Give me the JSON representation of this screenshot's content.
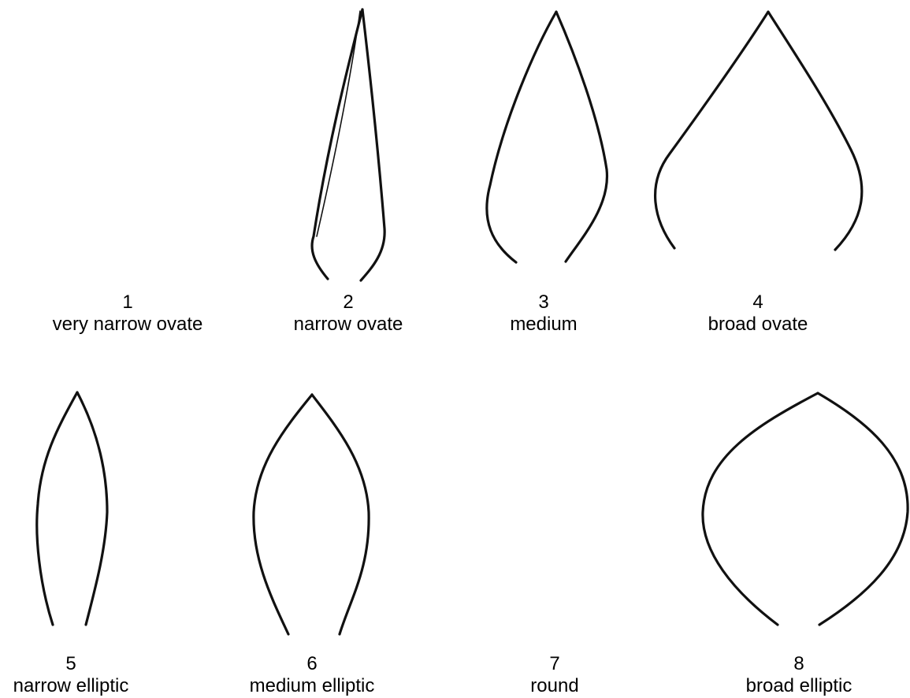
{
  "title": "",
  "shapes": [
    {
      "number": "1",
      "label": "very narrow ovate",
      "drawn": false
    },
    {
      "number": "2",
      "label": "narrow ovate",
      "drawn": true
    },
    {
      "number": "3",
      "label": "medium",
      "drawn": true
    },
    {
      "number": "4",
      "label": "broad ovate",
      "drawn": true
    },
    {
      "number": "5",
      "label": "narrow elliptic",
      "drawn": true
    },
    {
      "number": "6",
      "label": "medium elliptic",
      "drawn": true
    },
    {
      "number": "7",
      "label": "round",
      "drawn": false
    },
    {
      "number": "8",
      "label": "broad elliptic",
      "drawn": true
    }
  ],
  "colors": {
    "outline": "#111111",
    "background": "#ffffff"
  }
}
